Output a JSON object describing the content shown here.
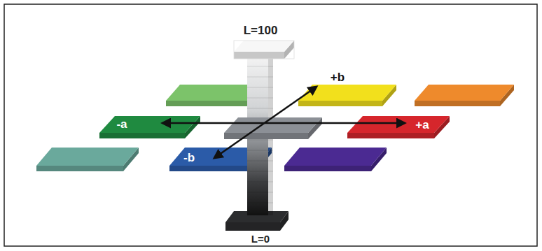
{
  "diagram": {
    "labels": [
      "L=100",
      "+b",
      "-a",
      "+a",
      "-b",
      "L=0"
    ]
  }
}
